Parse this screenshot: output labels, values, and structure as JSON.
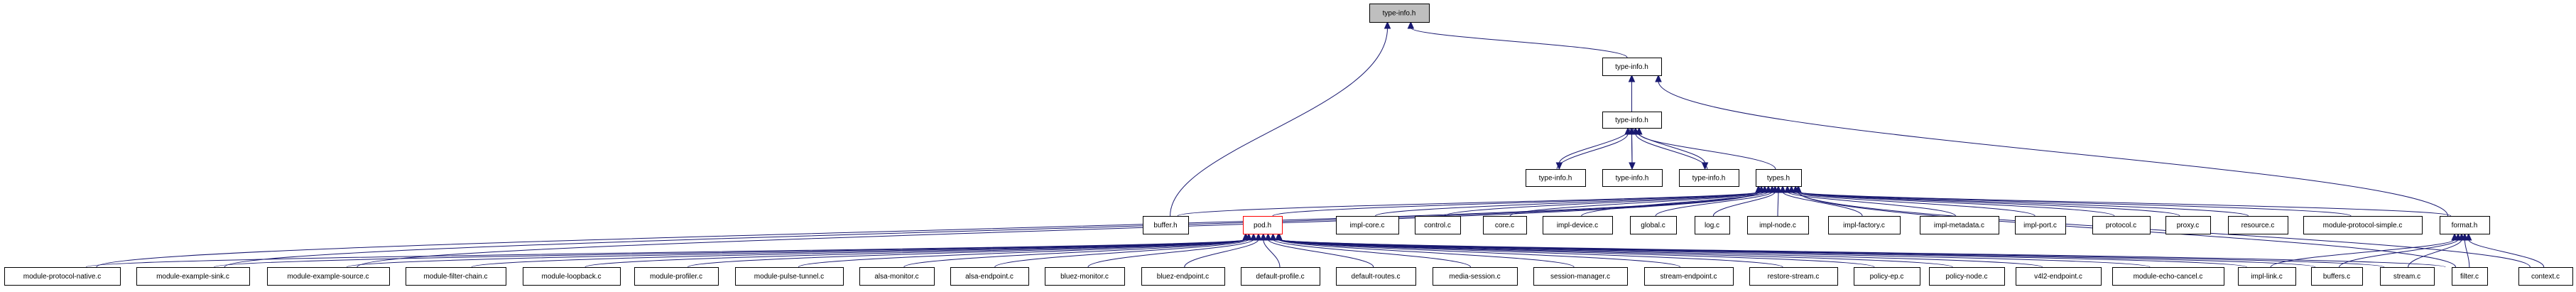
{
  "diagram": {
    "title": "type-info.h include dependency graph",
    "edge_color": "#191970",
    "highlight_color": "#ff0000",
    "root_fill": "#bfbfbf",
    "nodes": [
      {
        "id": "root",
        "label": "type-info.h",
        "style": "root"
      },
      {
        "id": "ti2",
        "label": "type-info.h"
      },
      {
        "id": "ti3",
        "label": "type-info.h"
      },
      {
        "id": "ti4a",
        "label": "type-info.h"
      },
      {
        "id": "ti4b",
        "label": "type-info.h"
      },
      {
        "id": "ti4c",
        "label": "type-info.h"
      },
      {
        "id": "types",
        "label": "types.h"
      },
      {
        "id": "buffer_h",
        "label": "buffer.h"
      },
      {
        "id": "pod_h",
        "label": "pod.h",
        "style": "highlight"
      },
      {
        "id": "impl_core",
        "label": "impl-core.c"
      },
      {
        "id": "control",
        "label": "control.c"
      },
      {
        "id": "core",
        "label": "core.c"
      },
      {
        "id": "impl_device",
        "label": "impl-device.c"
      },
      {
        "id": "global",
        "label": "global.c"
      },
      {
        "id": "log",
        "label": "log.c"
      },
      {
        "id": "impl_node",
        "label": "impl-node.c"
      },
      {
        "id": "impl_factory",
        "label": "impl-factory.c"
      },
      {
        "id": "impl_metadata",
        "label": "impl-metadata.c"
      },
      {
        "id": "impl_port",
        "label": "impl-port.c"
      },
      {
        "id": "protocol",
        "label": "protocol.c"
      },
      {
        "id": "proxy",
        "label": "proxy.c"
      },
      {
        "id": "resource",
        "label": "resource.c"
      },
      {
        "id": "mod_proto_simple",
        "label": "module-protocol-simple.c"
      },
      {
        "id": "format_h",
        "label": "format.h"
      },
      {
        "id": "mod_proto_native",
        "label": "module-protocol-native.c"
      },
      {
        "id": "mod_ex_sink",
        "label": "module-example-sink.c"
      },
      {
        "id": "mod_ex_source",
        "label": "module-example-source.c"
      },
      {
        "id": "mod_filter_chain",
        "label": "module-filter-chain.c"
      },
      {
        "id": "mod_loopback",
        "label": "module-loopback.c"
      },
      {
        "id": "mod_profiler",
        "label": "module-profiler.c"
      },
      {
        "id": "mod_pulse_tunnel",
        "label": "module-pulse-tunnel.c"
      },
      {
        "id": "alsa_monitor",
        "label": "alsa-monitor.c"
      },
      {
        "id": "alsa_endpoint",
        "label": "alsa-endpoint.c"
      },
      {
        "id": "bluez_monitor",
        "label": "bluez-monitor.c"
      },
      {
        "id": "bluez_endpoint",
        "label": "bluez-endpoint.c"
      },
      {
        "id": "default_profile",
        "label": "default-profile.c"
      },
      {
        "id": "default_routes",
        "label": "default-routes.c"
      },
      {
        "id": "media_session",
        "label": "media-session.c"
      },
      {
        "id": "session_manager",
        "label": "session-manager.c"
      },
      {
        "id": "stream_endpoint",
        "label": "stream-endpoint.c"
      },
      {
        "id": "restore_stream",
        "label": "restore-stream.c"
      },
      {
        "id": "policy_ep",
        "label": "policy-ep.c"
      },
      {
        "id": "policy_node",
        "label": "policy-node.c"
      },
      {
        "id": "v4l2_endpoint",
        "label": "v4l2-endpoint.c"
      },
      {
        "id": "mod_echo_cancel",
        "label": "module-echo-cancel.c"
      },
      {
        "id": "impl_link",
        "label": "impl-link.c"
      },
      {
        "id": "buffers",
        "label": "buffers.c"
      },
      {
        "id": "stream",
        "label": "stream.c"
      },
      {
        "id": "filter",
        "label": "filter.c"
      },
      {
        "id": "context",
        "label": "context.c"
      }
    ],
    "edges": [
      [
        "buffer_h",
        "root"
      ],
      [
        "ti2",
        "root"
      ],
      [
        "ti3",
        "ti2"
      ],
      [
        "format_h",
        "ti2"
      ],
      [
        "ti4a",
        "ti3"
      ],
      [
        "ti3",
        "ti4a"
      ],
      [
        "ti4b",
        "ti3"
      ],
      [
        "ti3",
        "ti4b"
      ],
      [
        "ti4c",
        "ti3"
      ],
      [
        "ti3",
        "ti4c"
      ],
      [
        "types",
        "ti3"
      ],
      [
        "buffer_h",
        "types"
      ],
      [
        "pod_h",
        "types"
      ],
      [
        "impl_core",
        "types"
      ],
      [
        "control",
        "types"
      ],
      [
        "core",
        "types"
      ],
      [
        "impl_device",
        "types"
      ],
      [
        "global",
        "types"
      ],
      [
        "log",
        "types"
      ],
      [
        "impl_node",
        "types"
      ],
      [
        "impl_factory",
        "types"
      ],
      [
        "impl_metadata",
        "types"
      ],
      [
        "impl_port",
        "types"
      ],
      [
        "protocol",
        "types"
      ],
      [
        "proxy",
        "types"
      ],
      [
        "resource",
        "types"
      ],
      [
        "mod_proto_simple",
        "types"
      ],
      [
        "format_h",
        "types"
      ],
      [
        "filter",
        "types"
      ],
      [
        "context",
        "types"
      ],
      [
        "mod_proto_native",
        "types"
      ],
      [
        "mod_ex_sink",
        "types"
      ],
      [
        "mod_ex_source",
        "types"
      ],
      [
        "mod_proto_native",
        "pod_h"
      ],
      [
        "mod_ex_sink",
        "pod_h"
      ],
      [
        "mod_ex_source",
        "pod_h"
      ],
      [
        "mod_filter_chain",
        "pod_h"
      ],
      [
        "mod_loopback",
        "pod_h"
      ],
      [
        "mod_profiler",
        "pod_h"
      ],
      [
        "mod_pulse_tunnel",
        "pod_h"
      ],
      [
        "alsa_monitor",
        "pod_h"
      ],
      [
        "alsa_endpoint",
        "pod_h"
      ],
      [
        "bluez_monitor",
        "pod_h"
      ],
      [
        "bluez_endpoint",
        "pod_h"
      ],
      [
        "default_profile",
        "pod_h"
      ],
      [
        "default_routes",
        "pod_h"
      ],
      [
        "media_session",
        "pod_h"
      ],
      [
        "session_manager",
        "pod_h"
      ],
      [
        "stream_endpoint",
        "pod_h"
      ],
      [
        "restore_stream",
        "pod_h"
      ],
      [
        "policy_ep",
        "pod_h"
      ],
      [
        "policy_node",
        "pod_h"
      ],
      [
        "v4l2_endpoint",
        "pod_h"
      ],
      [
        "mod_echo_cancel",
        "pod_h"
      ],
      [
        "impl_link",
        "pod_h"
      ],
      [
        "buffers",
        "pod_h"
      ],
      [
        "stream",
        "pod_h"
      ],
      [
        "filter",
        "pod_h"
      ],
      [
        "impl_link",
        "format_h"
      ],
      [
        "buffers",
        "format_h"
      ],
      [
        "stream",
        "format_h"
      ],
      [
        "filter",
        "format_h"
      ],
      [
        "context",
        "format_h"
      ]
    ]
  }
}
